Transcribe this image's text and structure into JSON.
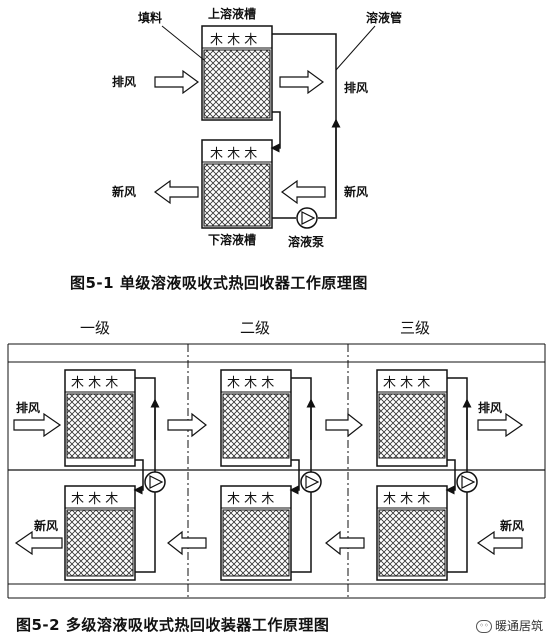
{
  "figure1": {
    "labels": {
      "filler": "填料",
      "upper_tank": "上溶液槽",
      "solution_pipe": "溶液管",
      "exhaust_in": "排风",
      "exhaust_out": "排风",
      "fresh_out": "新风",
      "fresh_in": "新风",
      "lower_tank": "下溶液槽",
      "pump": "溶液泵"
    },
    "caption": "图5-1    单级溶液吸收式热回收器工作原理图"
  },
  "figure2": {
    "stages": [
      "一级",
      "二级",
      "三级"
    ],
    "labels": {
      "exhaust_in": "排风",
      "exhaust_out": "排风",
      "fresh_out": "新风",
      "fresh_in": "新风"
    },
    "caption": "图5-2    多级溶液吸收式热回收装器工作原理图"
  },
  "watermark": "暖通居筑"
}
